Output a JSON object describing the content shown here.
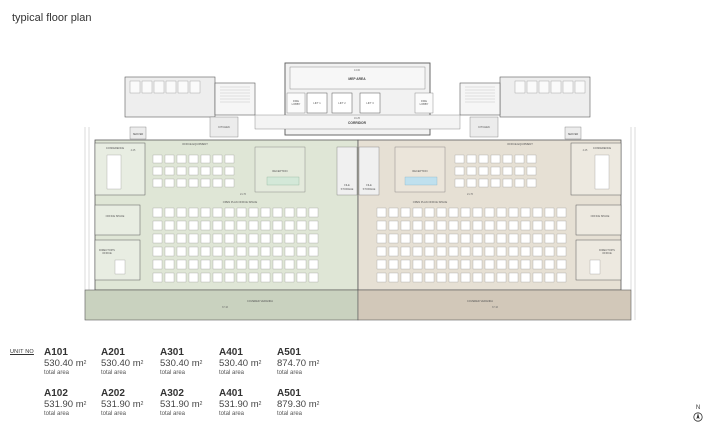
{
  "title": "typical floor plan",
  "plan": {
    "rooms": {
      "mep": "MEP AREA",
      "fire_lobby": "FIRE\nLOBBY",
      "lift1": "LIFT 1",
      "lift2": "LIFT 2",
      "lift3": "LIFT 3",
      "corridor": "CORRIDOR",
      "kitchen": "KITCHEN",
      "server": "SERVER",
      "office_equipment": "OFFICE EQUIPMENT",
      "conference": "CONFERENCE",
      "reception": "RECEPTION",
      "file_storage": "FILE\nSTORAGE",
      "open_plan": "OPEN PLAN OFFICE SPACE",
      "office_space": "OFFICE SPACE",
      "directors_office": "DIRECTOR'S\nOFFICE",
      "covered_veranda": "COVERED VERANDA"
    },
    "dims": {
      "top": "13.00",
      "corridor": "16.25",
      "veranda_left": "37.16",
      "veranda_right": "37.16",
      "reception": "21.76",
      "side": "4.25",
      "depth": "8.00"
    }
  },
  "schedule": {
    "heading": "UNIT NO",
    "area_caption": "total area",
    "units": [
      {
        "code": "A101",
        "area": "530.40 m",
        "sup": "2"
      },
      {
        "code": "A201",
        "area": "530.40 m",
        "sup": "2"
      },
      {
        "code": "A301",
        "area": "530.40 m",
        "sup": "2"
      },
      {
        "code": "A401",
        "area": "530.40 m",
        "sup": "2"
      },
      {
        "code": "A501",
        "area": "874.70 m",
        "sup": "2"
      },
      {
        "code": "A102",
        "area": "531.90 m",
        "sup": "2"
      },
      {
        "code": "A202",
        "area": "531.90 m",
        "sup": "2"
      },
      {
        "code": "A302",
        "area": "531.90 m",
        "sup": "2"
      },
      {
        "code": "A401",
        "area": "531.90 m",
        "sup": "2"
      },
      {
        "code": "A501",
        "area": "879.30 m",
        "sup": "2"
      }
    ]
  },
  "north": "N",
  "colors": {
    "left_wing": "#dfe6d6",
    "right_wing": "#e6e0d4",
    "veranda_left": "#c9d2bf",
    "veranda_right": "#d2c8b9",
    "core": "#f2f2f2",
    "walls": "#5a5a5a"
  }
}
